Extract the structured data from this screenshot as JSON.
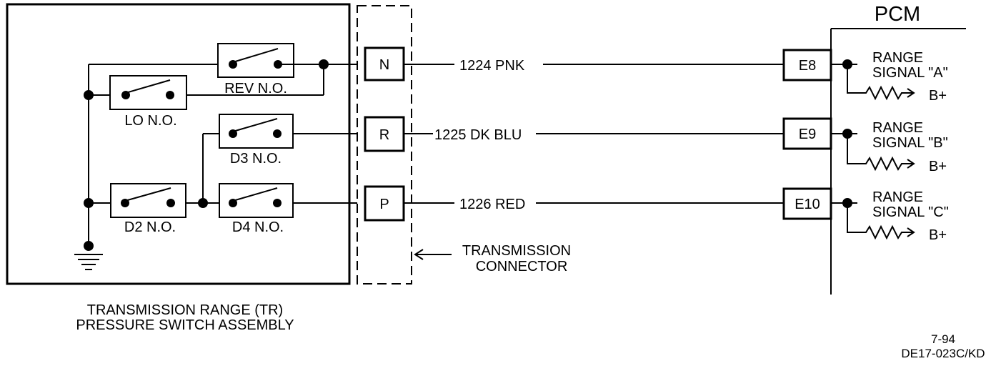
{
  "assembly": {
    "title_line1": "TRANSMISSION RANGE (TR)",
    "title_line2": "PRESSURE SWITCH ASSEMBLY",
    "switches": {
      "rev": "REV N.O.",
      "lo": "LO N.O.",
      "d3": "D3 N.O.",
      "d2": "D2 N.O.",
      "d4": "D4 N.O."
    }
  },
  "connector": {
    "label_line1": "TRANSMISSION",
    "label_line2": "CONNECTOR",
    "pins": [
      "N",
      "R",
      "P"
    ]
  },
  "wires": [
    "1224 PNK",
    "1225 DK BLU",
    "1226 RED"
  ],
  "pcm": {
    "title": "PCM",
    "terminals": [
      "E8",
      "E9",
      "E10"
    ],
    "signals": [
      {
        "line1": "RANGE",
        "line2": "SIGNAL \"A\"",
        "supply": "B+"
      },
      {
        "line1": "RANGE",
        "line2": "SIGNAL \"B\"",
        "supply": "B+"
      },
      {
        "line1": "RANGE",
        "line2": "SIGNAL \"C\"",
        "supply": "B+"
      }
    ]
  },
  "footer": {
    "date": "7-94",
    "code": "DE17-023C/KD"
  }
}
